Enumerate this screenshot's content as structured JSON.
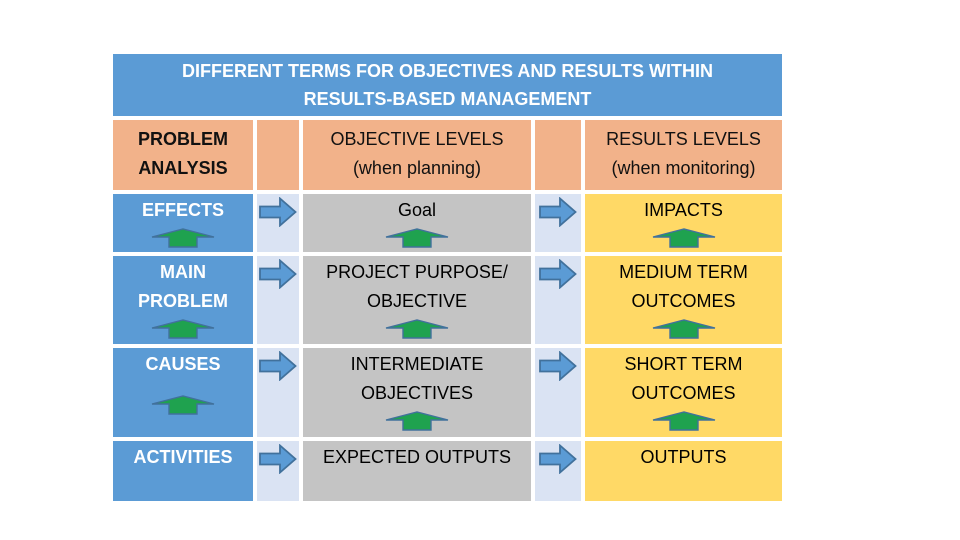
{
  "slide": {
    "title": "DIFFERENT TERMS FOR OBJECTIVES AND RESULTS WITHIN\nRESULTS-BASED MANAGEMENT"
  },
  "header": {
    "problem": "PROBLEM\nANALYSIS",
    "objective": "OBJECTIVE LEVELS\n(when planning)",
    "results": "RESULTS LEVELS\n(when monitoring)"
  },
  "rows": [
    {
      "problem": "EFFECTS",
      "objective": "Goal",
      "results": "IMPACTS"
    },
    {
      "problem": "MAIN\nPROBLEM",
      "objective": "PROJECT PURPOSE/\nOBJECTIVE",
      "results": "MEDIUM TERM\nOUTCOMES"
    },
    {
      "problem": "CAUSES",
      "objective": "INTERMEDIATE\nOBJECTIVES",
      "results": "SHORT TERM\nOUTCOMES"
    },
    {
      "problem": "ACTIVITIES",
      "objective": "EXPECTED OUTPUTS",
      "results": "OUTPUTS"
    }
  ],
  "icons": {
    "right_arrow": "blue-right-arrow",
    "up_arrow": "green-up-arrow"
  },
  "colors": {
    "title_bg": "#5B9BD5",
    "header_bg": "#F2B28A",
    "problem_col_bg": "#5B9BD5",
    "objective_col_bg": "#C4C4C4",
    "results_col_bg": "#FFD966",
    "connector_bg": "#DAE3F3",
    "arrow_blue_fill": "#5B9BD5",
    "arrow_green_fill": "#1FA24F",
    "arrow_outline": "#41719C"
  }
}
